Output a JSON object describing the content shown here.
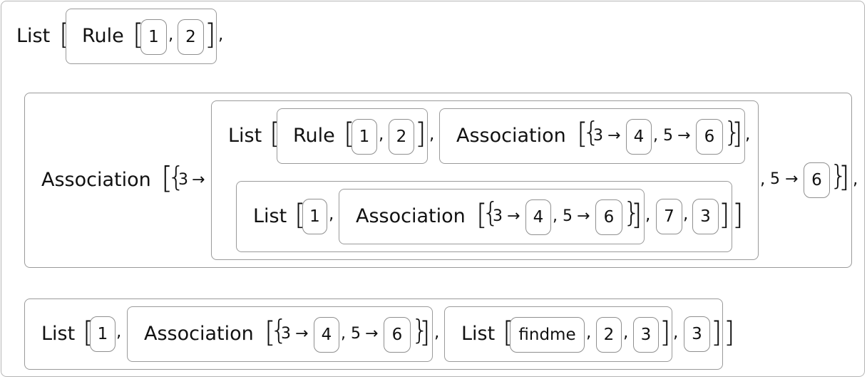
{
  "labels": {
    "list": "List",
    "rule": "Rule",
    "association": "Association",
    "findme": "findme"
  },
  "symbols": {
    "comma": ",",
    "arrow": "→",
    "lbracket": "[",
    "rbracket": "]",
    "lbrace": "{",
    "rbrace": "}"
  },
  "values": {
    "one": "1",
    "two": "2",
    "three": "3",
    "four": "4",
    "five": "5",
    "six": "6",
    "seven": "7"
  }
}
